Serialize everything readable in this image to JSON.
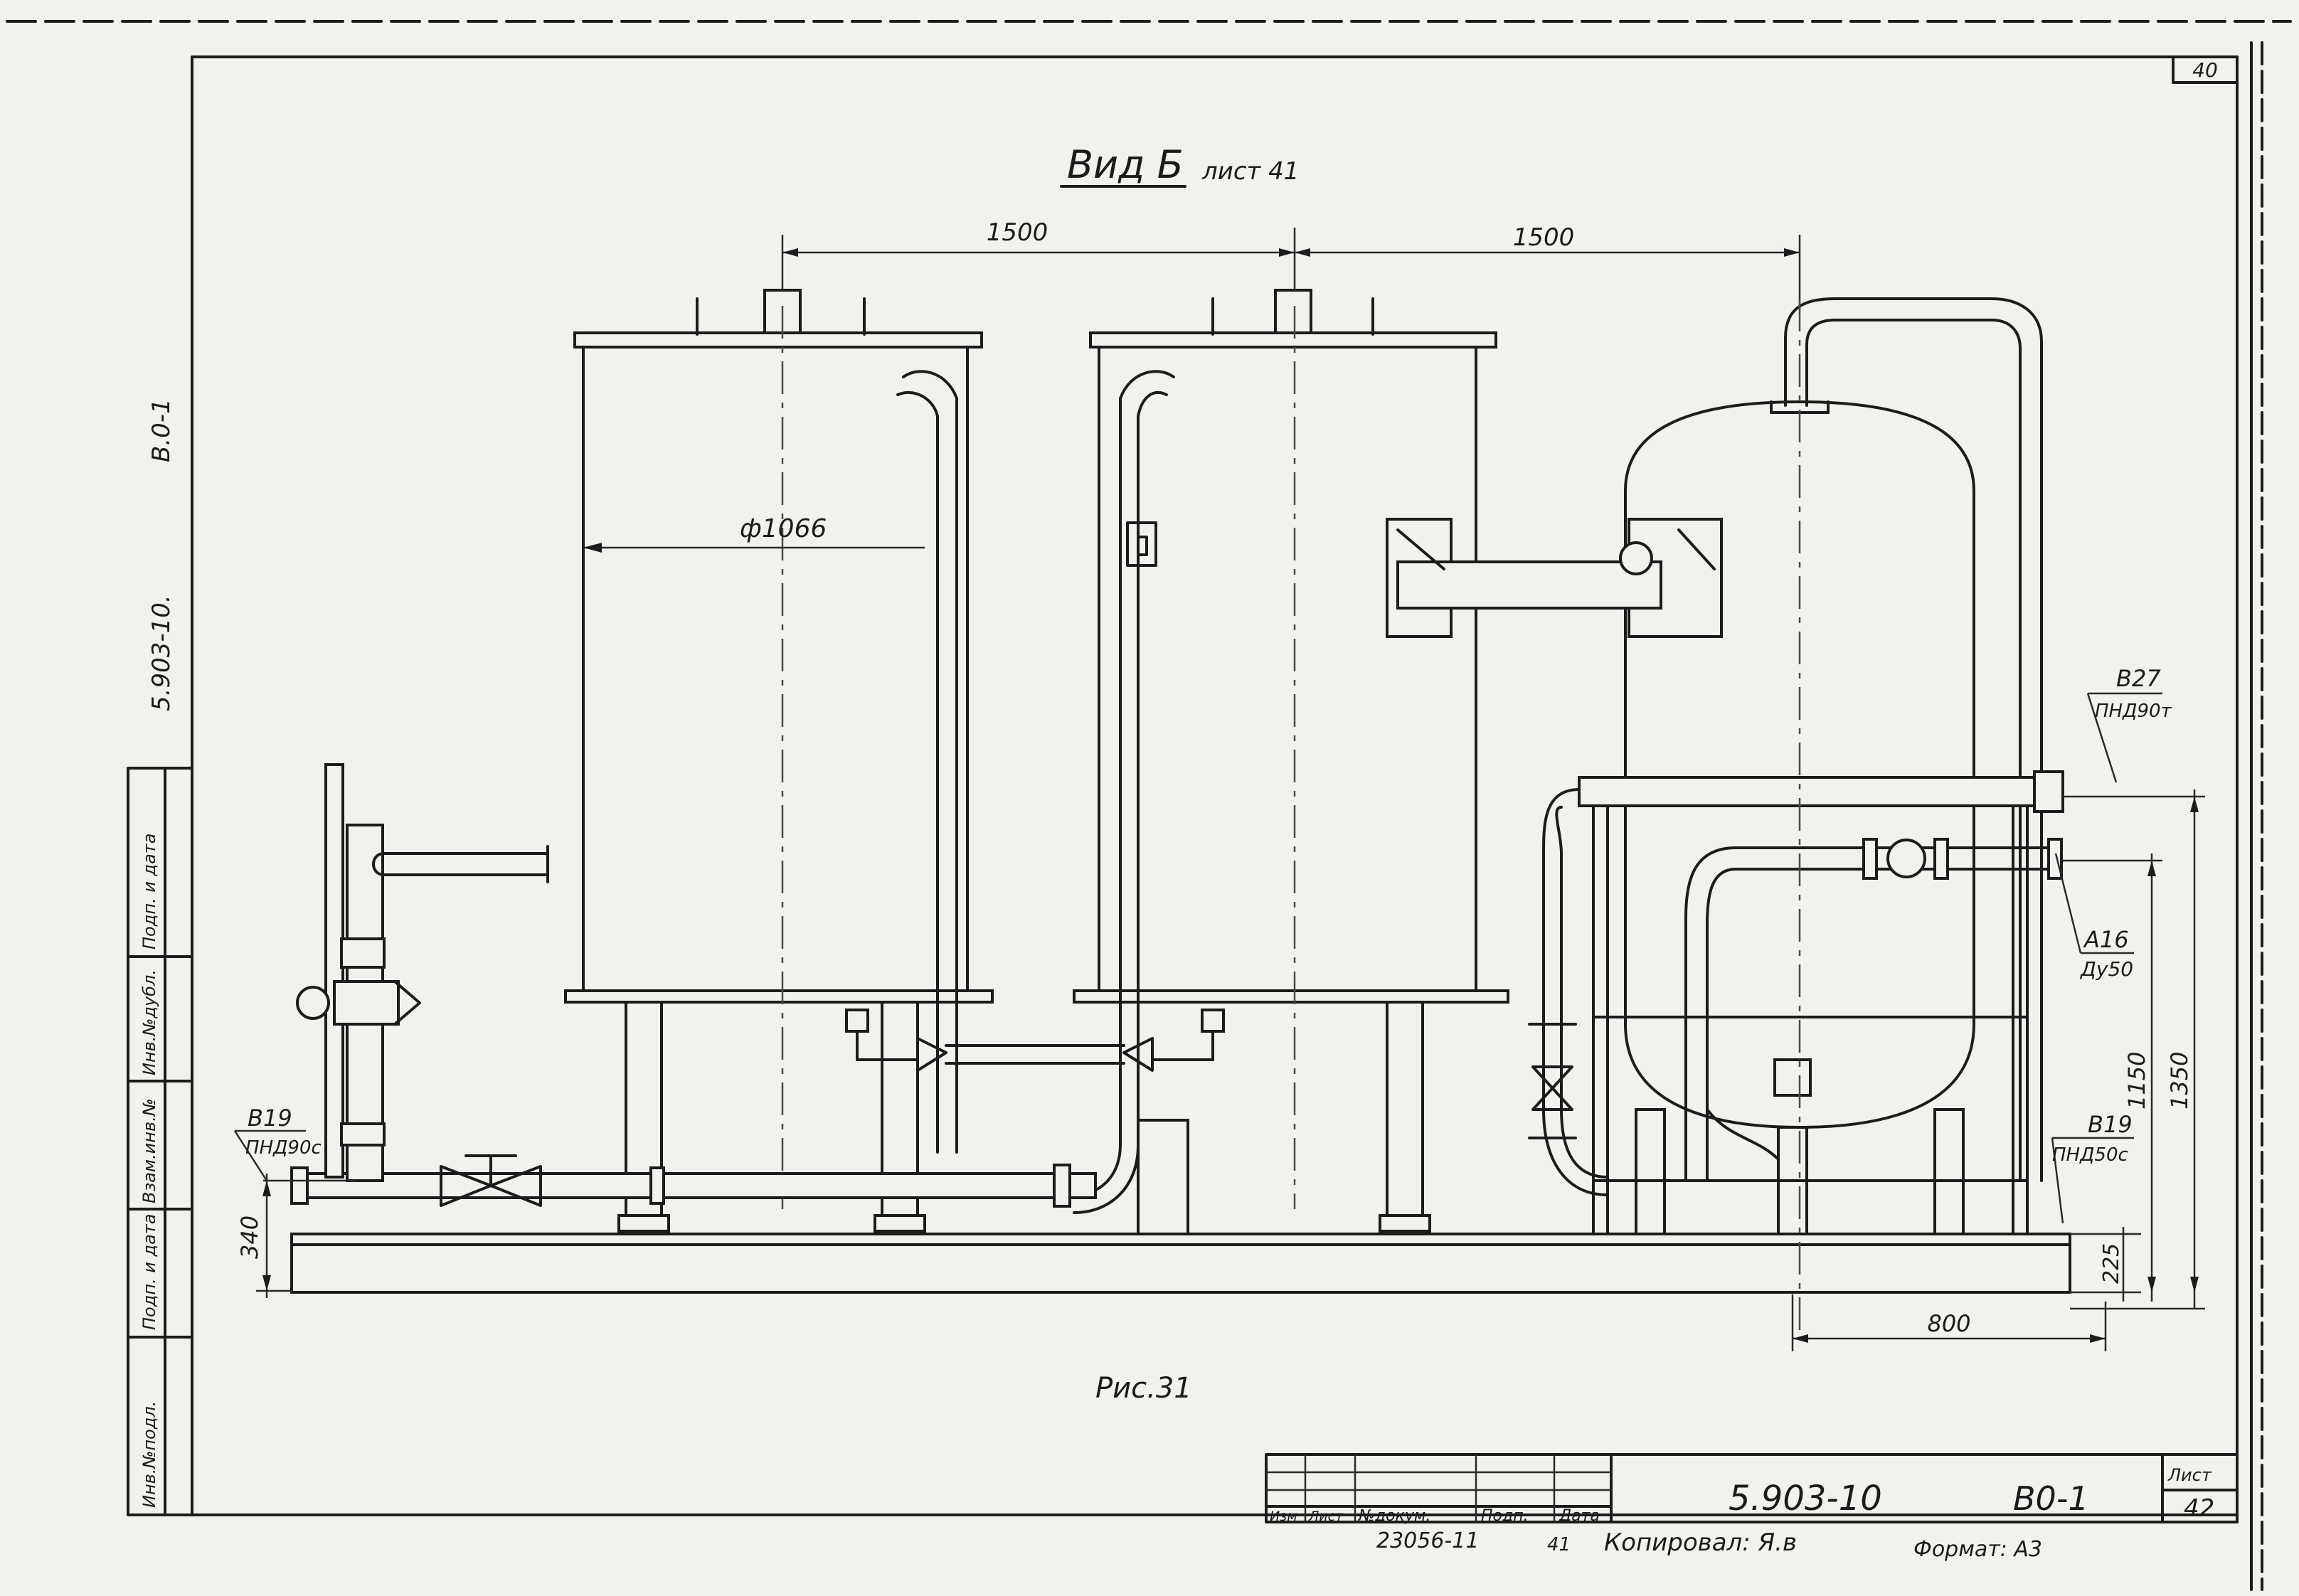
{
  "sheet_number_corner": "40",
  "view_title": "Вид Б",
  "view_sheet_ref": "лист 41",
  "figure_caption": "Рис.31",
  "dimensions": {
    "spacing_left": "1500",
    "spacing_right": "1500",
    "diameter": "ф1066",
    "height_340": "340",
    "height_225": "225",
    "width_800": "800",
    "height_1150": "1150",
    "height_1350": "1350"
  },
  "callouts": {
    "v19_left": {
      "code": "B19",
      "spec": "ПНД90с"
    },
    "v27": {
      "code": "B27",
      "spec": "ПНД90т"
    },
    "a16": {
      "code": "A16",
      "spec": "Ду50"
    },
    "v19_right": {
      "code": "B19",
      "spec": "ПНД50с"
    }
  },
  "side_stamp": {
    "doc_code": "5.903-10.",
    "sheet_code": "В.0-1",
    "cells": [
      "Инв.№подл.",
      "Подп. и дата",
      "Взам.инв.№",
      "Инв.№дубл.",
      "Подп. и дата"
    ]
  },
  "title_block": {
    "headers": [
      "Изм",
      "Лист",
      "№докум.",
      "Подп.",
      "Дата"
    ],
    "doc_number": "5.903-10",
    "sheet_code": "В0-1",
    "sheet_label": "Лист",
    "sheet_no": "42",
    "inventory": "23056-11",
    "inventory_sheet": "41",
    "copied_by": "Копировал: Я.в",
    "format": "Формат: А3"
  }
}
